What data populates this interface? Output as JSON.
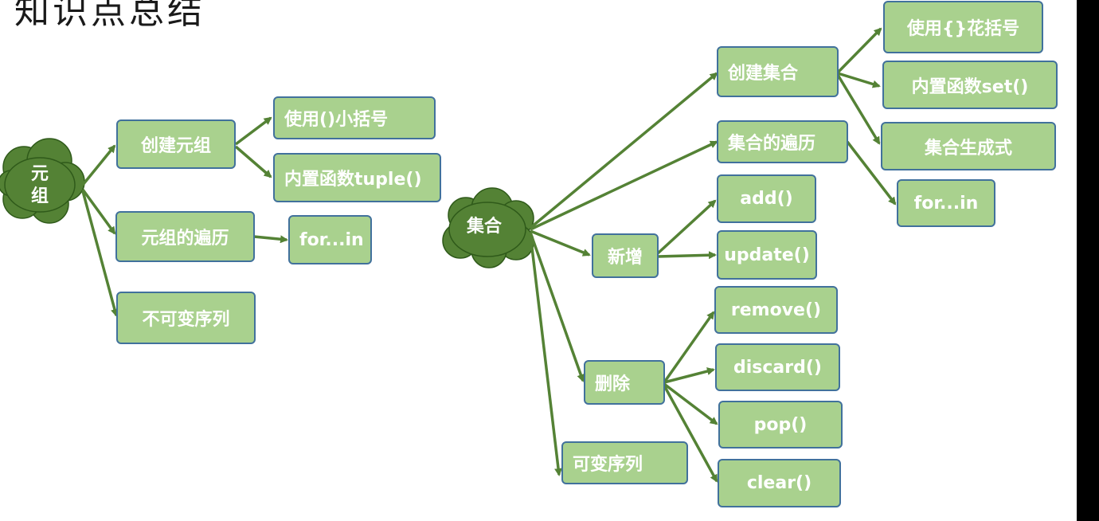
{
  "title": "知识点总结",
  "colors": {
    "node_fill": "#a9d18e",
    "node_border": "#41719c",
    "arrow": "#548235",
    "cloud": "#548235"
  },
  "tuple": {
    "root": "元\n组",
    "create": "创建元组",
    "create_paren": "使用()小括号",
    "create_builtin": "内置函数tuple()",
    "traverse": "元组的遍历",
    "traverse_forin": "for...in",
    "immutable": "不可变序列"
  },
  "set": {
    "root": "集合",
    "create": "创建集合",
    "create_brace": "使用{}花括号",
    "create_builtin": "内置函数set()",
    "create_comprehension": "集合生成式",
    "traverse": "集合的遍历",
    "traverse_forin": "for...in",
    "add_group": "新增",
    "add": "add()",
    "update": "update()",
    "delete_group": "删除",
    "remove": "remove()",
    "discard": "discard()",
    "pop": "pop()",
    "clear": "clear()",
    "mutable": "可变序列"
  }
}
